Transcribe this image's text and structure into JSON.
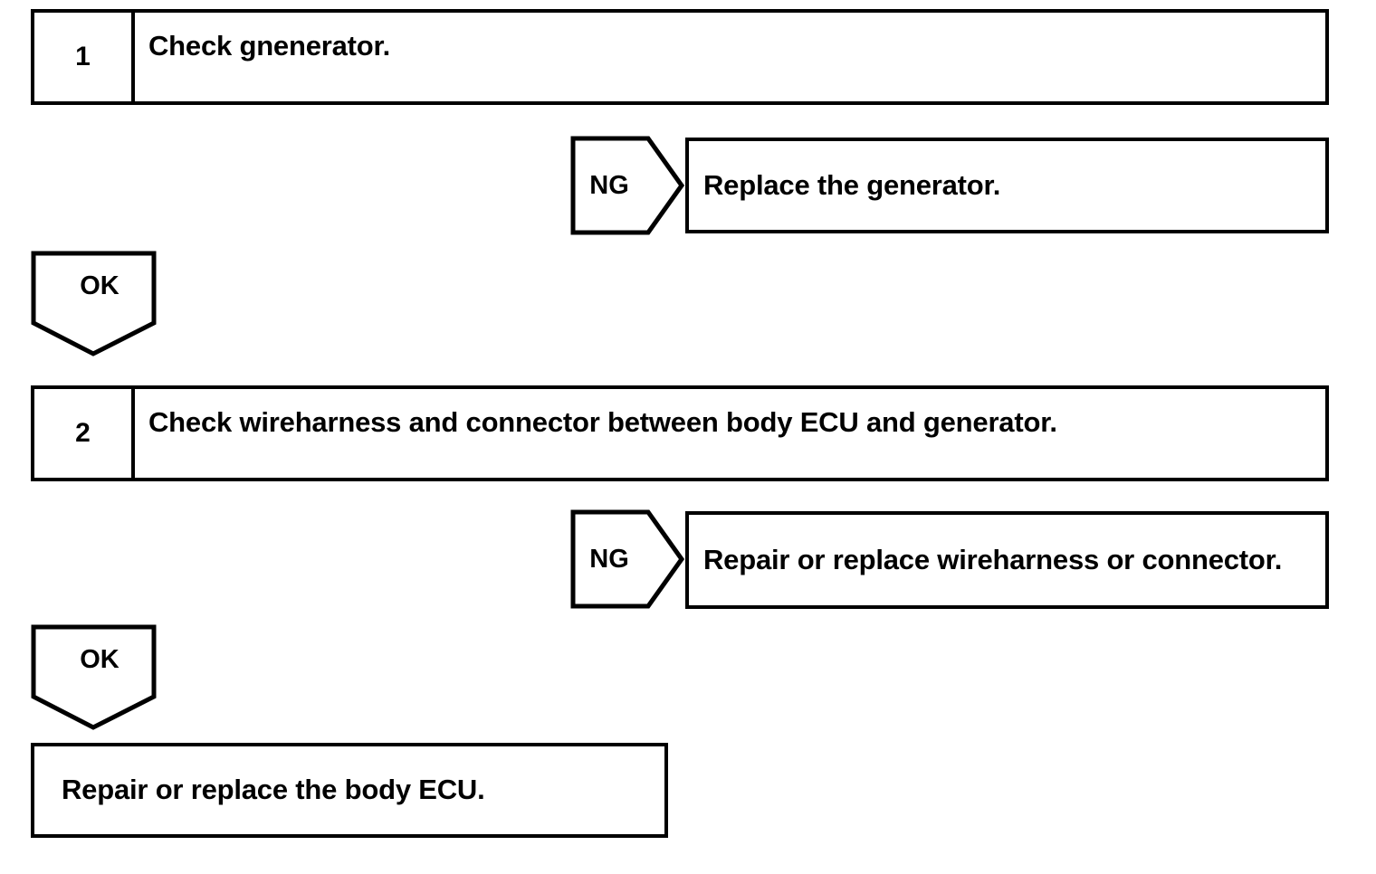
{
  "diagram": {
    "title": "Generator / Body ECU troubleshooting flowchart",
    "line_color": "#000000",
    "background_color": "#ffffff"
  },
  "steps": [
    {
      "number": "1",
      "text": "Check gnenerator.",
      "ng_label": "NG",
      "ng_action": "Replace the generator.",
      "ok_label": "OK"
    },
    {
      "number": "2",
      "text": "Check wireharness and connector between body ECU and generator.",
      "ng_label": "NG",
      "ng_action": "Repair or replace wireharness or connector.",
      "ok_label": "OK"
    }
  ],
  "final_action": {
    "text": "Repair or replace the body ECU."
  }
}
